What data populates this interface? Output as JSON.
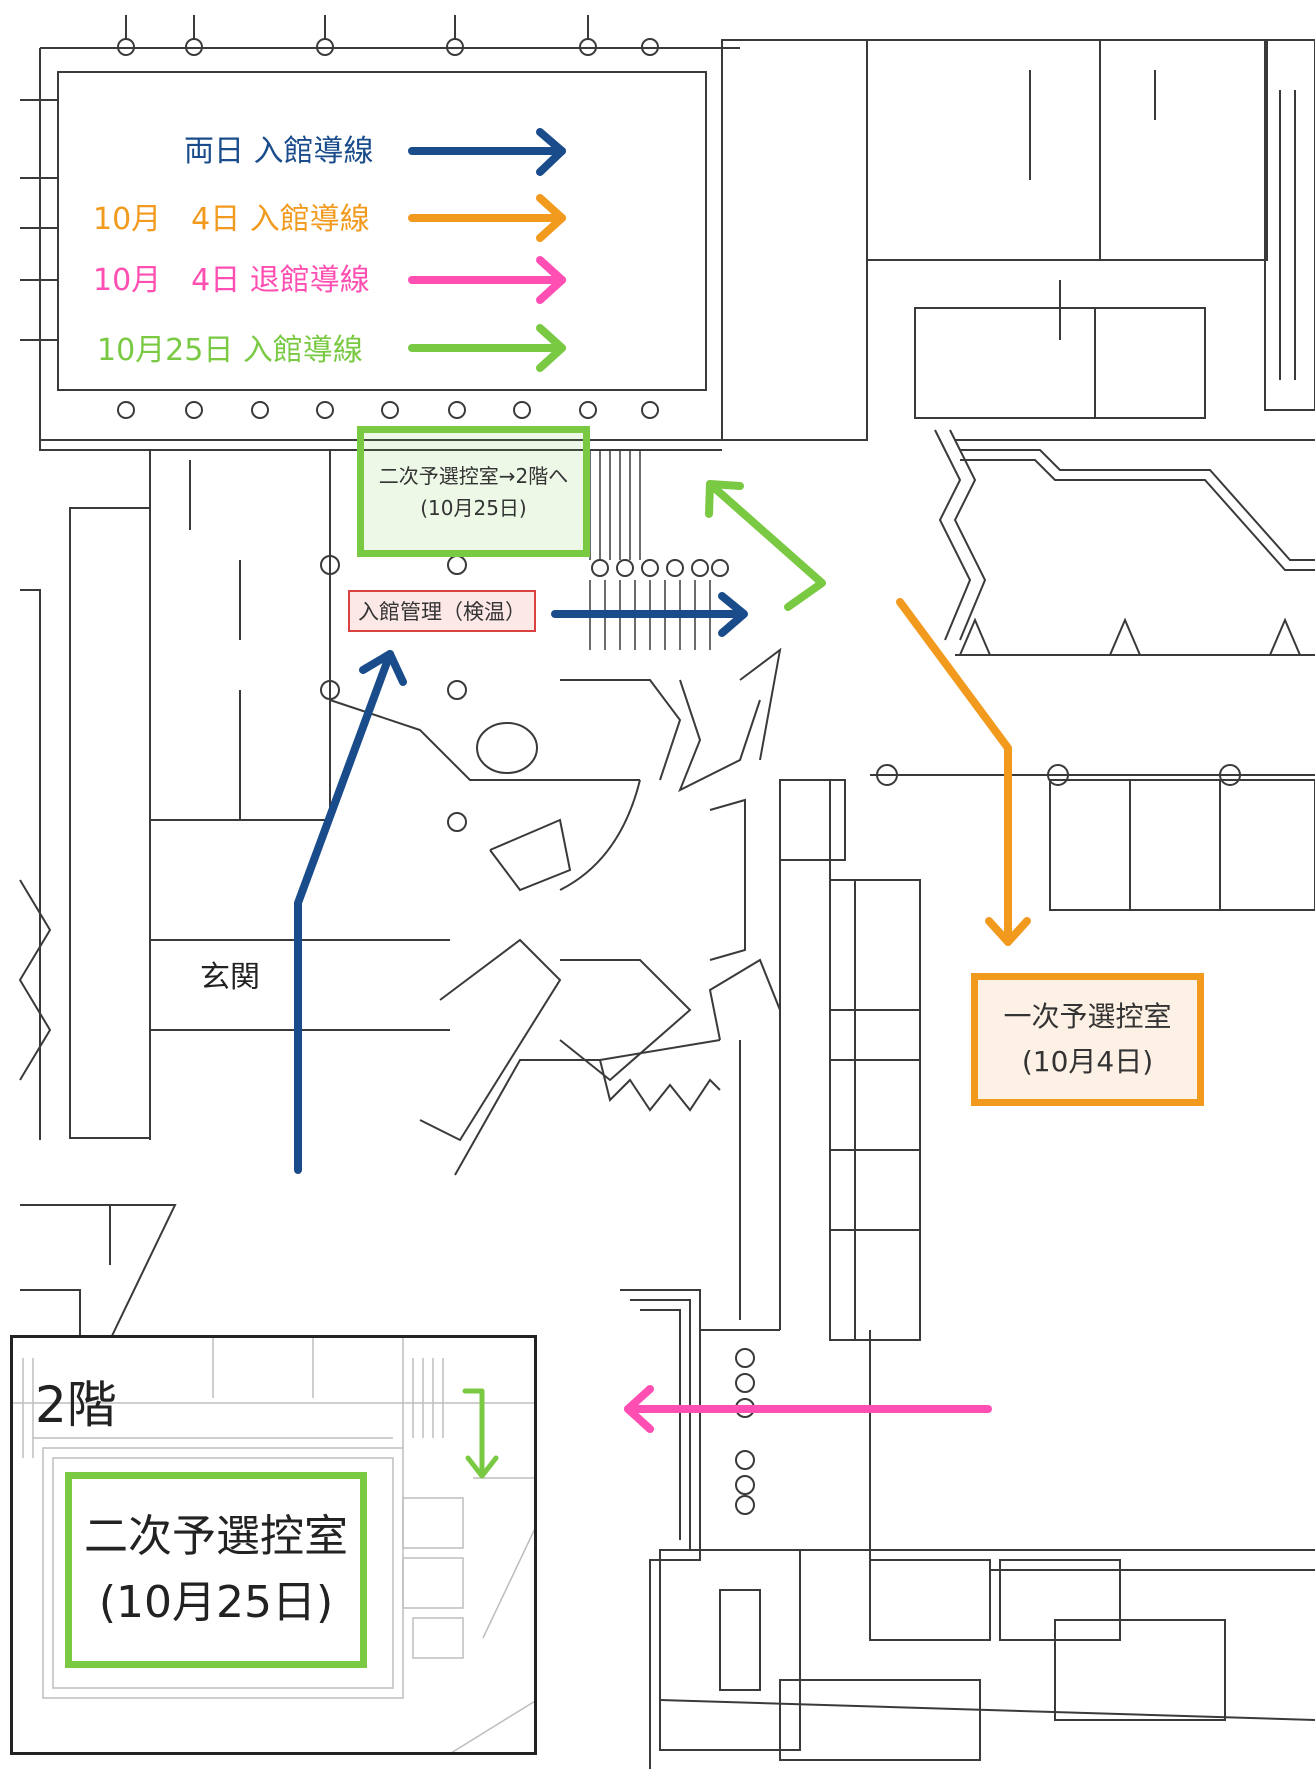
{
  "legend": [
    {
      "label": "両日 入館導線",
      "color": "#1a4c8b"
    },
    {
      "label": "10月　4日 入館導線",
      "color": "#f29a1e"
    },
    {
      "label": "10月　4日 退館導線",
      "color": "#ff4fb2"
    },
    {
      "label": "10月25日 入館導線",
      "color": "#7ac943"
    }
  ],
  "labels": {
    "room_2nd_1f_line1": "二次予選控室→2階へ",
    "room_2nd_1f_line2": "(10月25日)",
    "entry_check": "入館管理（検温）",
    "room_1st_line1": "一次予選控室",
    "room_1st_line2": "(10月4日)",
    "genkan": "玄関"
  },
  "inset": {
    "floor": "2階",
    "room_line1": "二次予選控室",
    "room_line2": "(10月25日)"
  },
  "colors": {
    "both_days_entry": "#1a4c8b",
    "oct4_entry": "#f29a1e",
    "oct4_exit": "#ff4fb2",
    "oct25_entry": "#7ac943",
    "plan_lines": "#3a3a3a"
  }
}
